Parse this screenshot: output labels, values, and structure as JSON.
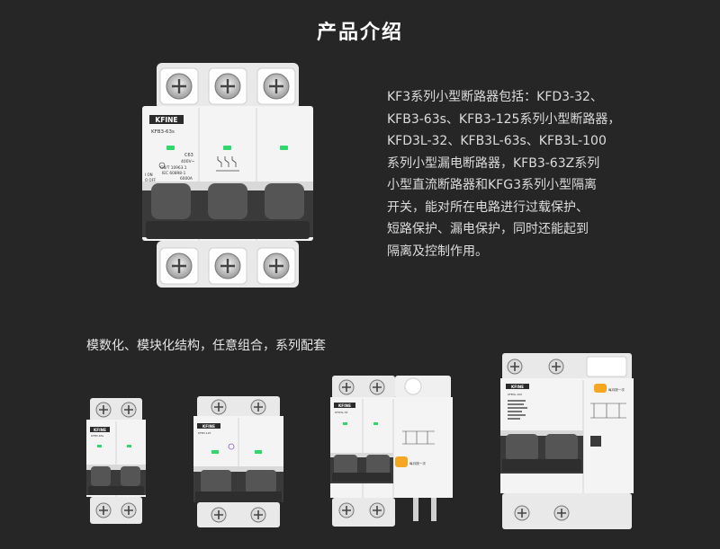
{
  "title": "产品介绍",
  "description_lines": [
    "KF3系列小型断路器包括：KFD3-32、",
    "KFB3-63s、KFB3-125系列小型断路器，",
    "KFD3L-32、KFB3L-63s、KFB3L-100",
    "系列小型漏电断路器，KFB3-63Z系列",
    "小型直流断路器和KFG3系列小型隔离",
    "开关，能对所在电路进行过载保护、",
    "短路保护、漏电保护，同时还能起到",
    "隔离及控制作用。"
  ],
  "subtitle": "模数化、模块化结构，任意组合，系列配套",
  "main_product": {
    "brand": "KFINE",
    "model": "KFB3-63s",
    "rating": "C63",
    "voltage": "400V~",
    "standard1": "GB/T 10963.1",
    "standard2": "IEC 60898-1",
    "breaking": "6000A",
    "on_label": "I ON",
    "off_label": "O OFF"
  },
  "thumb_products": [
    {
      "brand": "KFINE",
      "model": "KFB3-63s"
    },
    {
      "brand": "KFINE",
      "model": "KFB3-125"
    },
    {
      "brand": "KFINE",
      "model": "KFD3L-32",
      "button_label": "每月按一次"
    },
    {
      "brand": "KFINE",
      "model": "KFB3L-100",
      "button_label": "每月按一次"
    }
  ],
  "colors": {
    "background": "#262626",
    "housing": "#f2f2f2",
    "handle": "#3a3a3a",
    "indicator": "#2fd86a",
    "test_button": "#f5a623"
  }
}
